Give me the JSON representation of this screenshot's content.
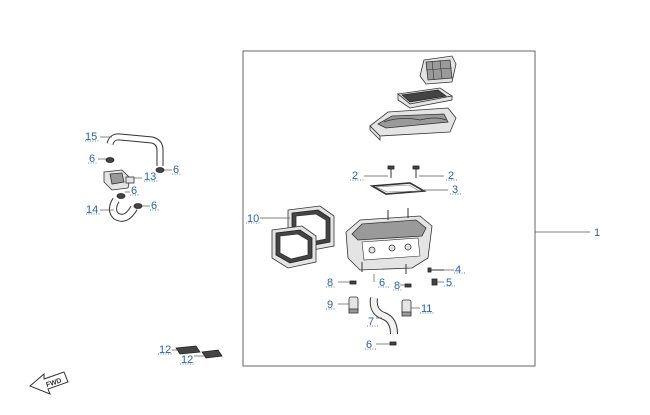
{
  "callouts": {
    "c1": "1",
    "c2a": "2",
    "c2b": "2",
    "c3": "3",
    "c4": "4",
    "c5": "5",
    "c6a": "6",
    "c6b": "6",
    "c6c": "6",
    "c6d": "6",
    "c6e": "6",
    "c6f": "6",
    "c7": "7",
    "c8a": "8",
    "c8b": "8",
    "c9": "9",
    "c10": "10",
    "c11": "11",
    "c12a": "12",
    "c12b": "12",
    "c13": "13",
    "c14": "14",
    "c15": "15"
  },
  "direction_marker": "FWD"
}
